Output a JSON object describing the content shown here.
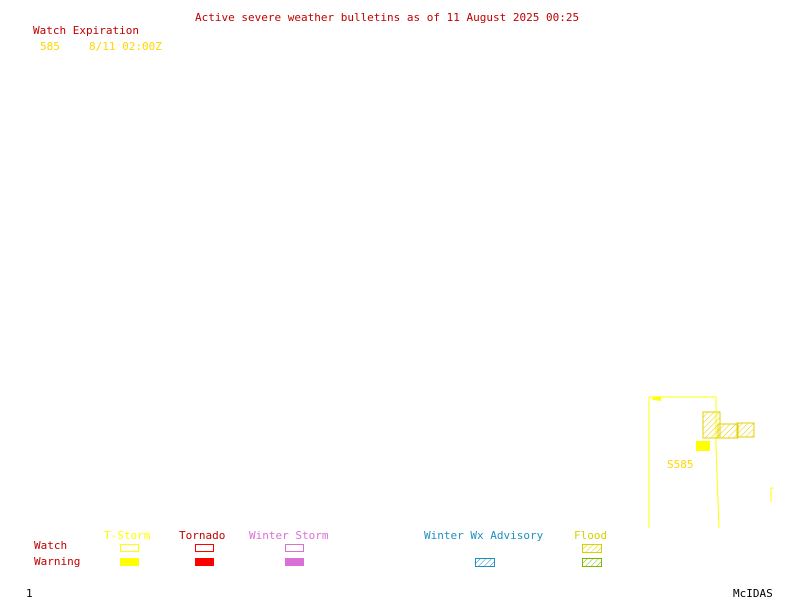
{
  "title": "Active severe weather bulletins as of 11 August 2025 00:25",
  "watch_expiration": {
    "header": "Watch Expiration",
    "entries": [
      {
        "id": "585",
        "time": "8/11 02:00Z"
      }
    ]
  },
  "map": {
    "watch_label": "S585"
  },
  "legend": {
    "row_labels": {
      "watch": "Watch",
      "warning": "Warning"
    },
    "columns": [
      {
        "key": "tstorm",
        "label": "T-Storm",
        "color": "#ffff00"
      },
      {
        "key": "tornado",
        "label": "Tornado",
        "color": "#ff0000"
      },
      {
        "key": "winter_storm",
        "label": "Winter Storm",
        "color": "#da70d6"
      },
      {
        "key": "winter_wx_advisory",
        "label": "Winter Wx Advisory",
        "color": "#1e90c0"
      },
      {
        "key": "flood",
        "label": "Flood",
        "color": "#d4d400",
        "warning_color": "#7cb800"
      }
    ]
  },
  "footer": {
    "frame_number": "1",
    "brand": "McIDAS"
  }
}
